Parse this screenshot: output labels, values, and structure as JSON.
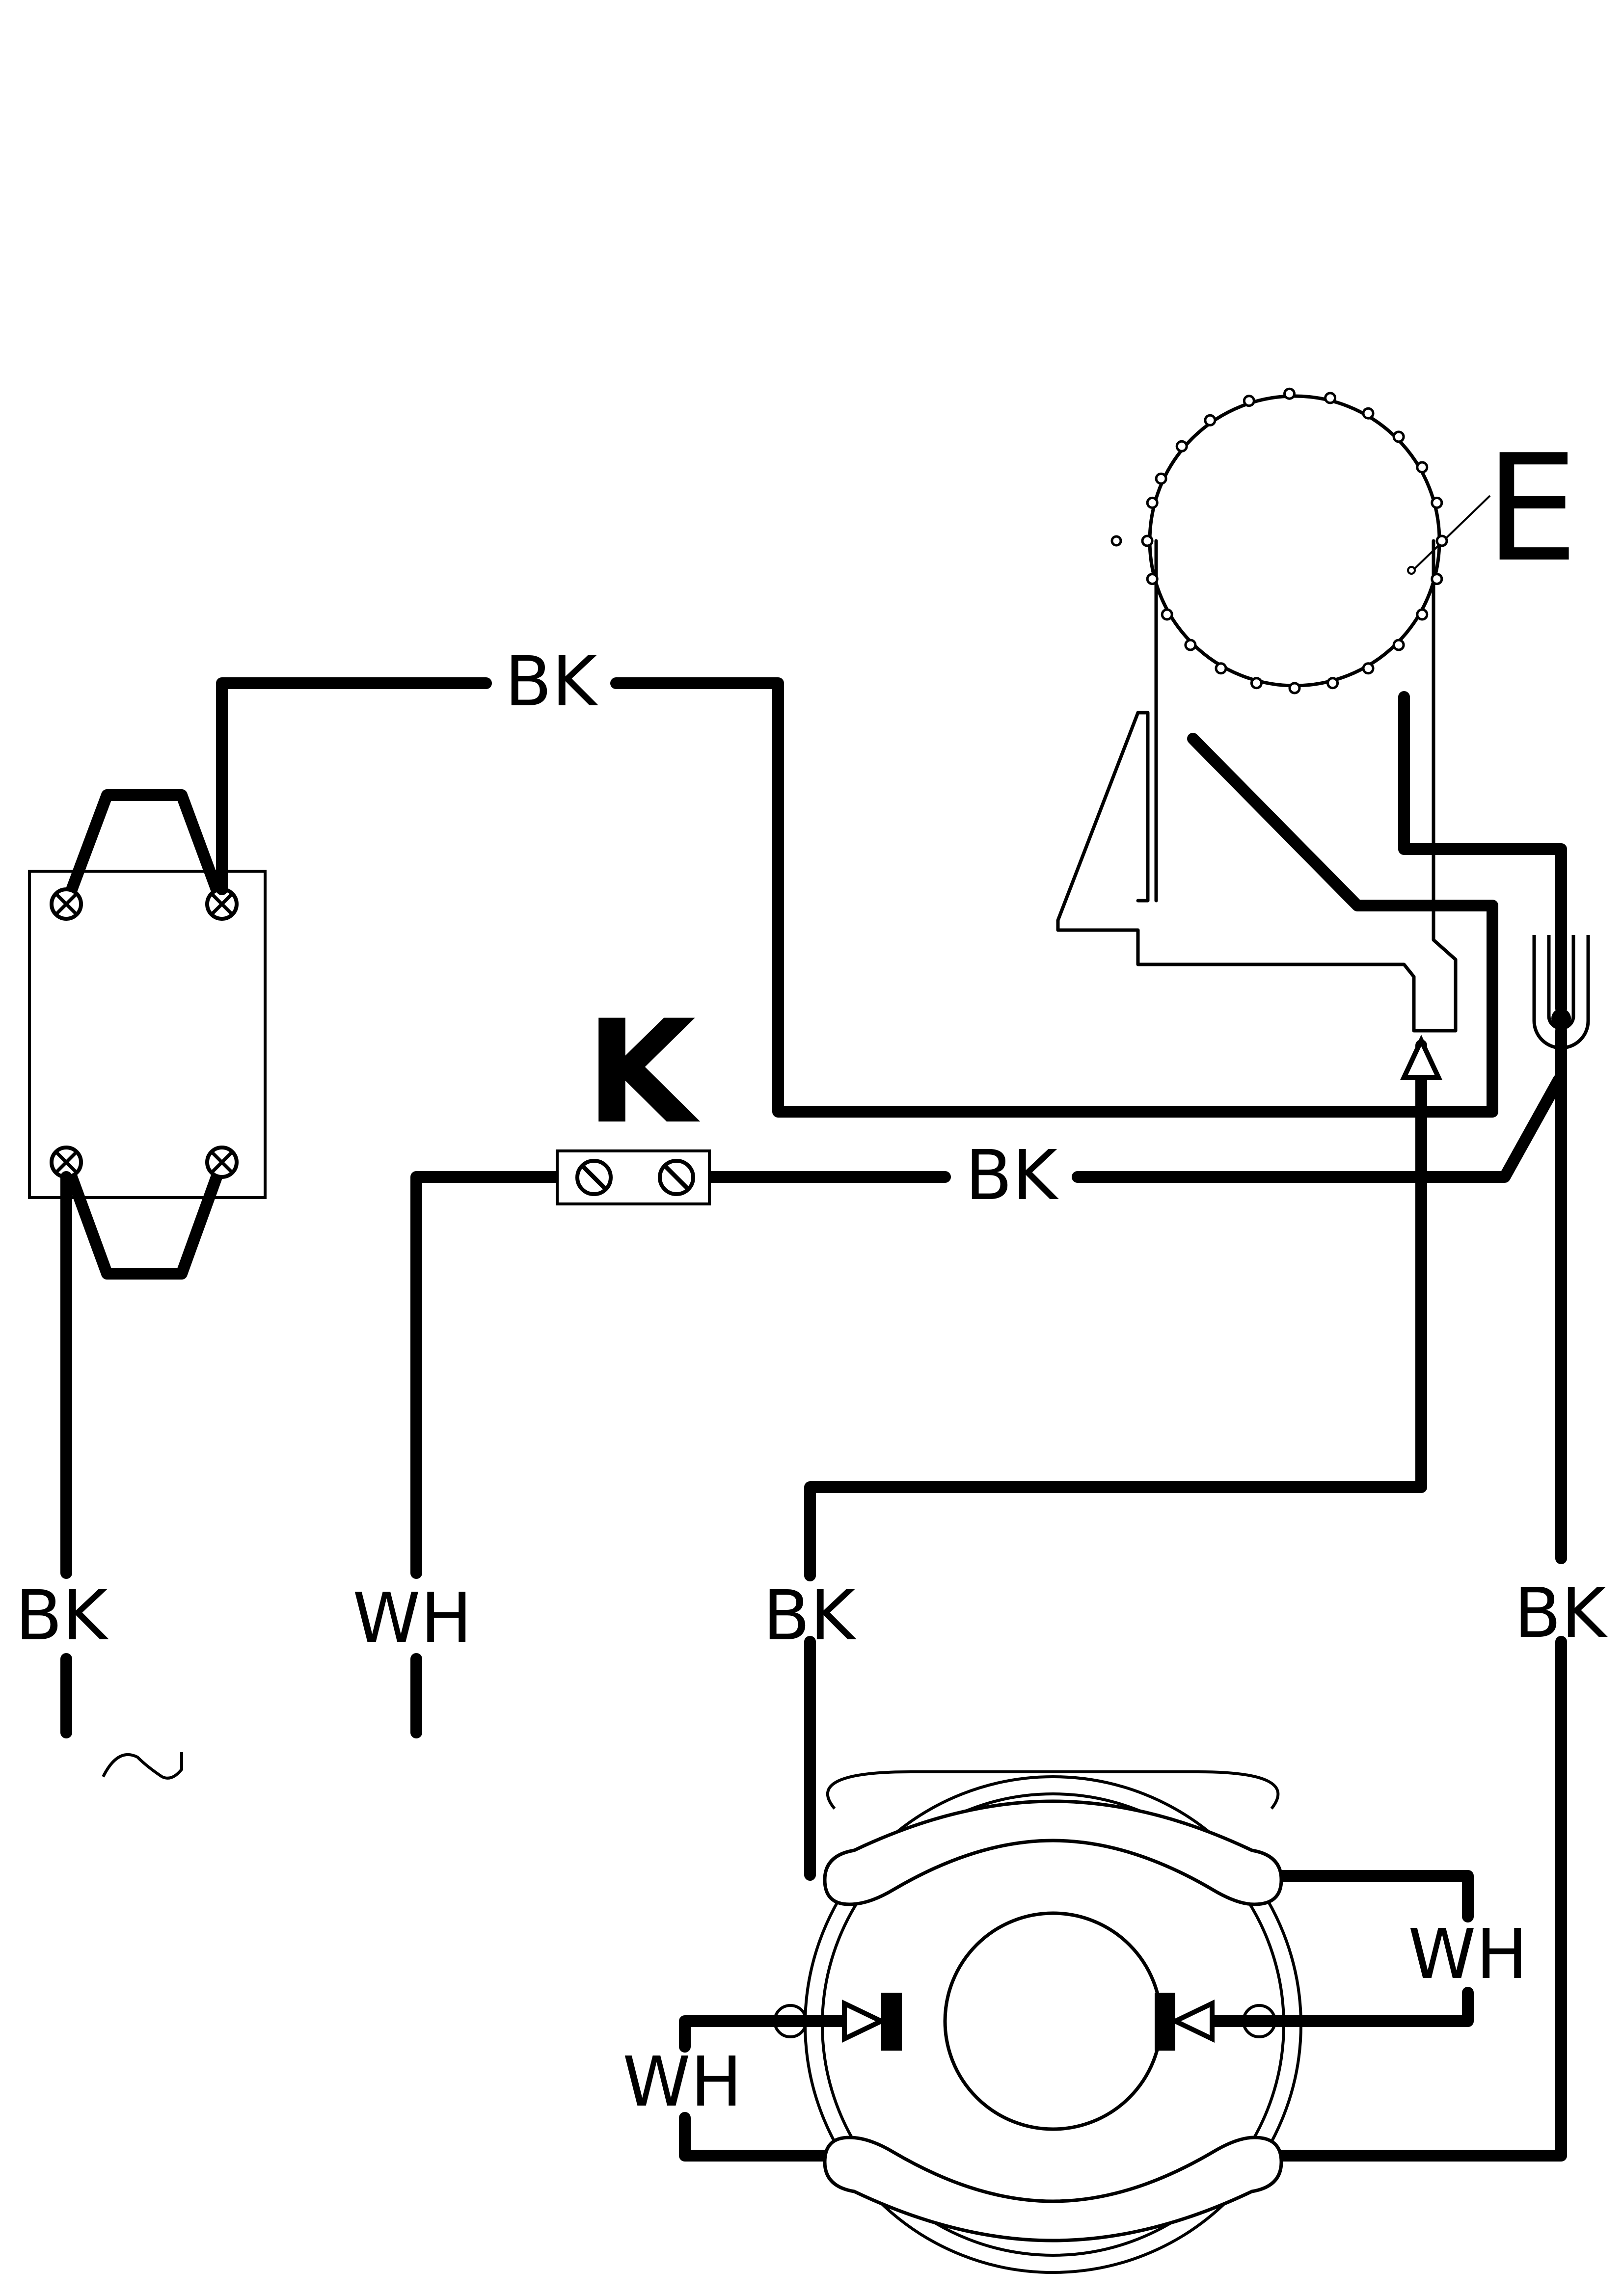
{
  "labels": {
    "bk_top": "BK",
    "bk_middle": "BK",
    "bk_left_bottom": "BK",
    "wh_left_bottom": "WH",
    "bk_center_bottom": "BK",
    "bk_right_bottom": "BK",
    "wh_motor_right": "WH",
    "wh_motor_left": "WH",
    "terminal_k": "K",
    "element_e": "E",
    "ac_symbol": "~"
  }
}
